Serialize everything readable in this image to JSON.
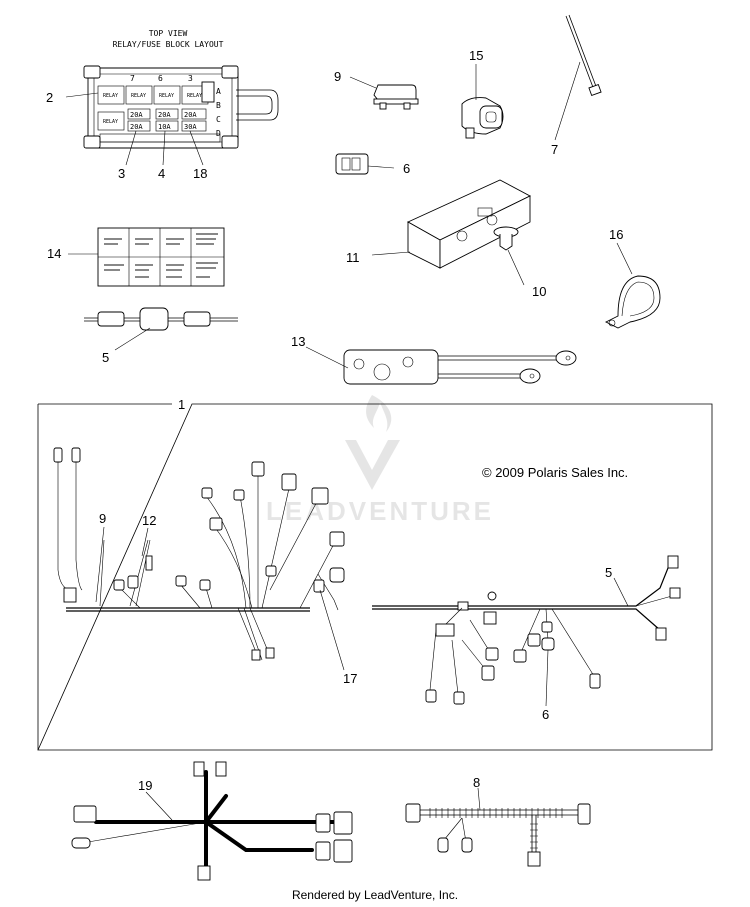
{
  "fuse_block": {
    "title_line1": "TOP VIEW",
    "title_line2": "RELAY/FUSE BLOCK LAYOUT",
    "columns": [
      "7",
      "6",
      "3"
    ],
    "rows": [
      "A",
      "B",
      "C",
      "D"
    ],
    "relay_label": "RELAY",
    "fuse_ratings": [
      "20A",
      "20A",
      "20A",
      "20A",
      "10A",
      "30A"
    ]
  },
  "callouts": {
    "c1": "1",
    "c2": "2",
    "c3": "3",
    "c4": "4",
    "c5a": "5",
    "c5b": "5",
    "c6a": "6",
    "c6b": "6",
    "c7": "7",
    "c8": "8",
    "c9a": "9",
    "c9b": "9",
    "c10": "10",
    "c11": "11",
    "c12": "12",
    "c13": "13",
    "c14": "14",
    "c15": "15",
    "c16": "16",
    "c17": "17",
    "c18": "18",
    "c19": "19"
  },
  "copyright": "© 2009 Polaris Sales Inc.",
  "watermark": "LEADVENTURE",
  "footer": "Rendered by LeadVenture, Inc."
}
